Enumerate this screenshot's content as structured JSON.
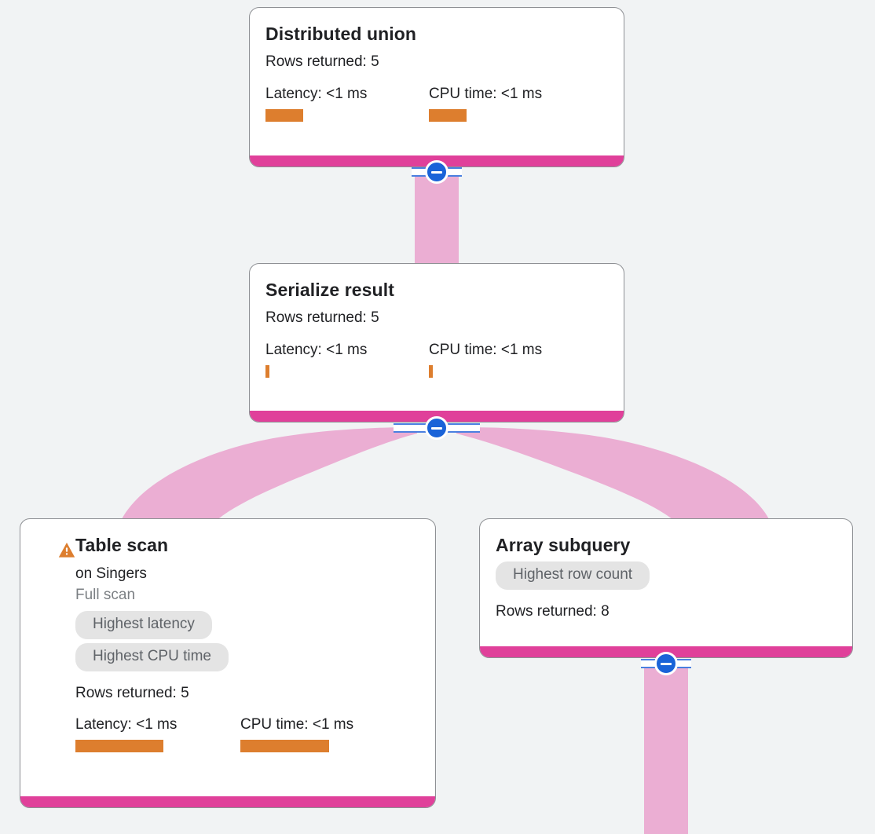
{
  "page": {
    "background_color": "#f1f3f4",
    "title": "Query execution plan graph"
  },
  "theme": {
    "node_border": "#8e9094",
    "node_footer_pink": "#e0409a",
    "edge_pink": "#ebaed3",
    "metric_bar_orange": "#dd7e2e",
    "chip_background": "#e4e4e4",
    "chip_text": "#5f6368",
    "collapse_blue": "#1a63d8",
    "warning_orange": "#dd7e2e"
  },
  "labels": {
    "rows_returned_prefix": "Rows returned:",
    "latency_prefix": "Latency:",
    "cpu_prefix": "CPU time:"
  },
  "nodes": [
    {
      "id": "distributed-union",
      "title": "Distributed union",
      "rows_returned": "Rows returned: 5",
      "latency": "Latency: <1 ms",
      "cpu_time": "CPU time: <1 ms",
      "has_warning": false,
      "subtitle": "",
      "detail": "",
      "chips": []
    },
    {
      "id": "serialize-result",
      "title": "Serialize result",
      "rows_returned": "Rows returned: 5",
      "latency": "Latency: <1 ms",
      "cpu_time": "CPU time: <1 ms",
      "has_warning": false,
      "subtitle": "",
      "detail": "",
      "chips": []
    },
    {
      "id": "table-scan",
      "title": "Table scan",
      "subtitle": "on Singers",
      "detail": "Full scan",
      "chips": [
        "Highest latency",
        "Highest CPU time"
      ],
      "rows_returned": "Rows returned: 5",
      "latency": "Latency: <1 ms",
      "cpu_time": "CPU time: <1 ms",
      "has_warning": true
    },
    {
      "id": "array-subquery",
      "title": "Array subquery",
      "chips": [
        "Highest row count"
      ],
      "rows_returned": "Rows returned: 8",
      "subtitle": "",
      "detail": "",
      "latency": "",
      "cpu_time": "",
      "has_warning": false
    }
  ],
  "collapse_buttons": [
    {
      "id": "collapse-distributed-union",
      "icon": "minus-circle-icon"
    },
    {
      "id": "collapse-serialize-result",
      "icon": "minus-circle-icon"
    },
    {
      "id": "collapse-array-subquery",
      "icon": "minus-circle-icon"
    }
  ]
}
